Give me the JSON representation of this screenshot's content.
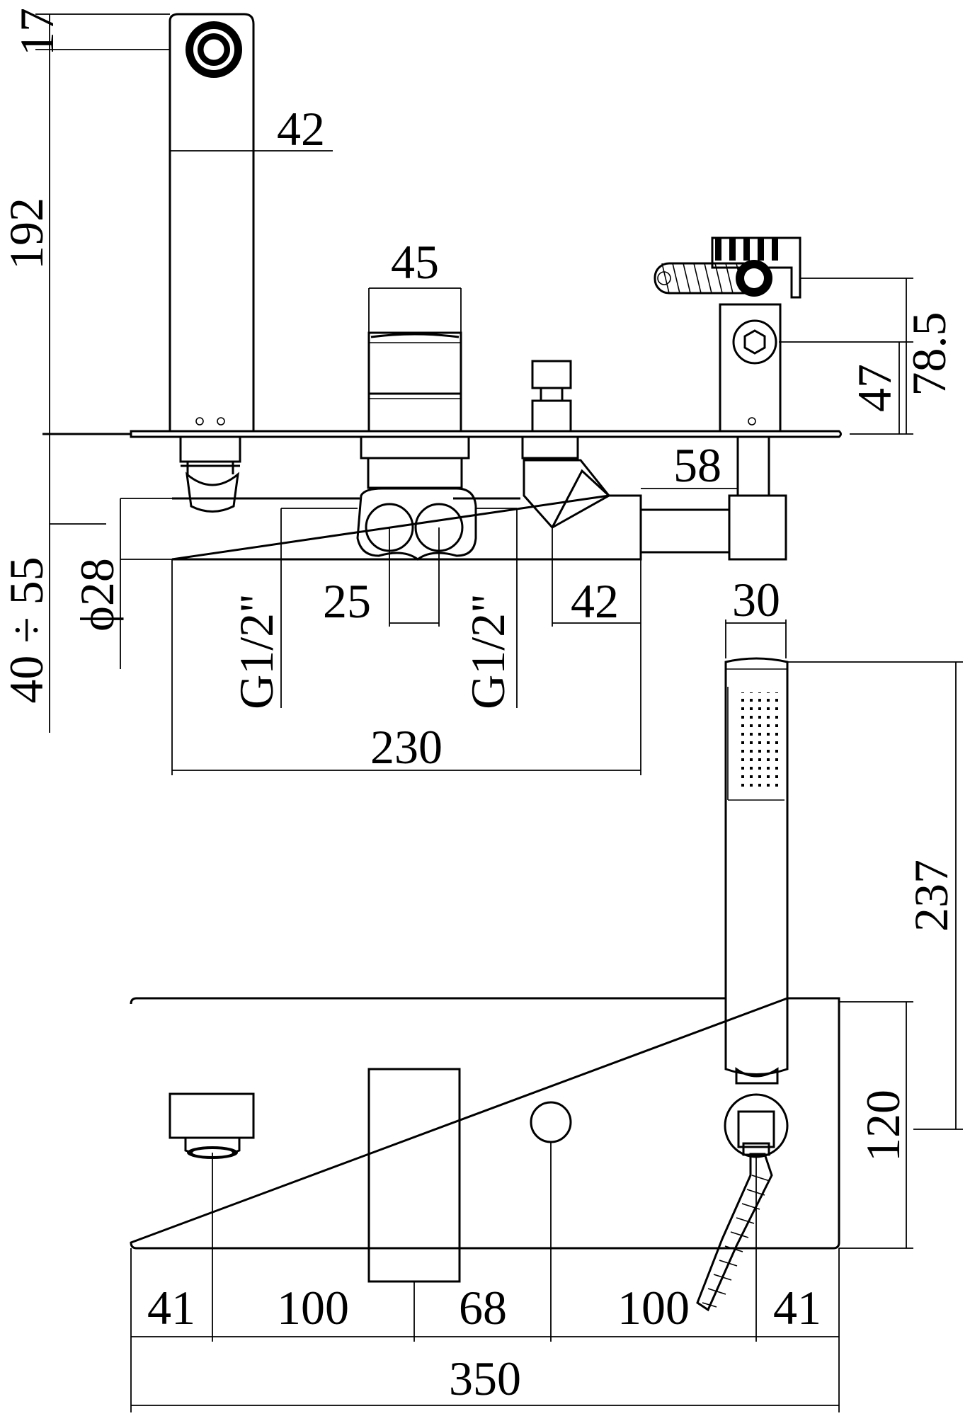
{
  "dimensions": {
    "spout_top": "17",
    "spout_width": "42",
    "spout_height": "192",
    "mixer_width": "45",
    "diverter_height_total": "78.5",
    "diverter_height_knob": "47",
    "wall_depth": "40 ÷ 55",
    "pipe_diameter": "ϕ28",
    "inlet_left": "G1/2\"",
    "inlet_right": "G1/2\"",
    "inlet_spacing": "25",
    "body_right": "42",
    "body_length": "230",
    "outlet_offset": "58",
    "handshower_width": "30",
    "handshower_length": "237",
    "plate_height": "120",
    "front_a": "41",
    "front_b": "100",
    "front_c": "68",
    "front_d": "100",
    "front_e": "41",
    "plate_width": "350"
  }
}
